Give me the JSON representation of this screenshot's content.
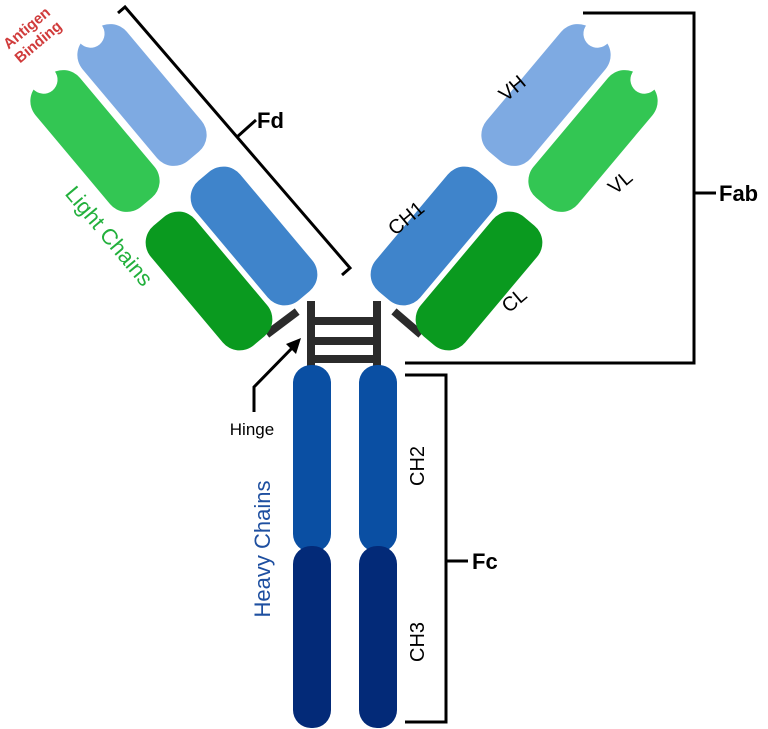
{
  "labels": {
    "antigen_line1": "Antigen",
    "antigen_line2": "Binding",
    "light_chains": "Light Chains",
    "heavy_chains": "Heavy Chains",
    "fd": "Fd",
    "fab": "Fab",
    "fc": "Fc",
    "vh": "VH",
    "vl": "VL",
    "ch1": "CH1",
    "cl": "CL",
    "ch2": "CH2",
    "ch3": "CH3",
    "hinge": "Hinge"
  },
  "colors": {
    "vh": "#7eaae2",
    "ch1": "#3f84cb",
    "vl": "#33c653",
    "cl": "#0a9a1f",
    "ch2": "#0a4fa3",
    "ch3": "#032a78",
    "antigen_text": "#d03b3b",
    "light_text": "#22b03c",
    "heavy_text": "#1e4fa0",
    "linker": "#2b2b2b",
    "bracket": "#000000"
  }
}
